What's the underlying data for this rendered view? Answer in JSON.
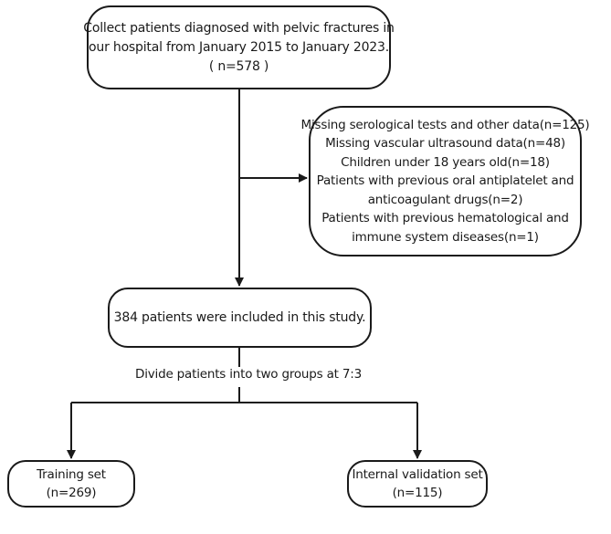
{
  "nodes": {
    "start": {
      "lines": [
        "Collect patients diagnosed with pelvic fractures in",
        "our hospital from January 2015 to January 2023.",
        "( n=578 )"
      ]
    },
    "exclusion": {
      "lines": [
        "Missing serological tests and other data(n=125)",
        "Missing vascular ultrasound data(n=48)",
        "Children under 18 years old(n=18)",
        "Patients with previous oral antiplatelet and",
        "anticoagulant drugs(n=2)",
        "Patients with previous hematological and",
        "immune system diseases(n=1)"
      ]
    },
    "included": {
      "text": "384 patients were included in this study."
    },
    "split": {
      "label": "Divide patients into two groups at 7:3"
    },
    "training": {
      "lines": [
        "Training set",
        "(n=269)"
      ]
    },
    "validation": {
      "lines": [
        "Internal validation set",
        "(n=115)"
      ]
    }
  },
  "colors": {
    "line": "#1a1a1a",
    "background": "#ffffff"
  }
}
